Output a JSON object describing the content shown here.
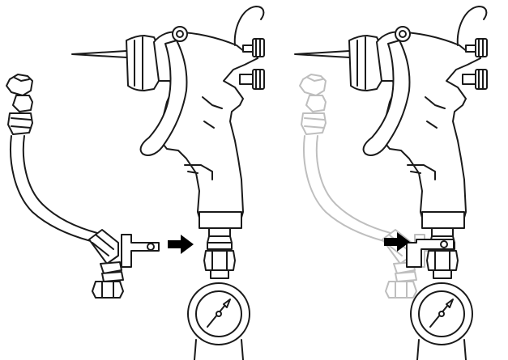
{
  "colors": {
    "line": "#1a1a1a",
    "arrow": "#000000",
    "background": "#ffffff",
    "ghost_opacity": 0.28
  },
  "panels": [
    {
      "name": "step-1",
      "hose_state": "detached",
      "arrow_direction": "right"
    },
    {
      "name": "step-2",
      "hose_state": "attached",
      "arrow_direction": "right"
    }
  ]
}
